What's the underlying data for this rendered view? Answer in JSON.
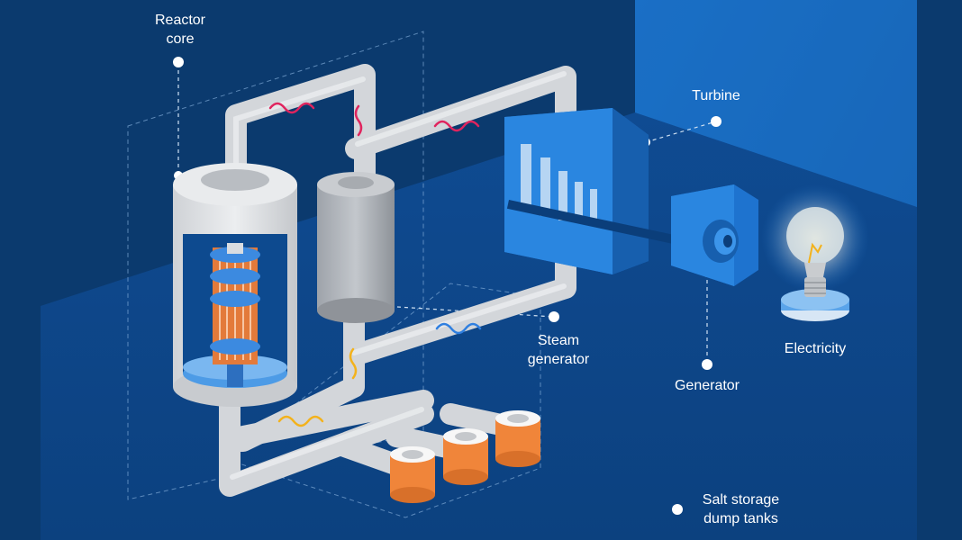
{
  "labels": {
    "reactor_core": {
      "line1": "Reactor",
      "line2": "core"
    },
    "turbine": "Turbine",
    "steam_generator": {
      "line1": "Steam",
      "line2": "generator"
    },
    "generator": "Generator",
    "electricity": "Electricity",
    "salt_storage": {
      "line1": "Salt storage",
      "line2": "dump tanks"
    }
  },
  "icons": {
    "reactor": "reactor-core-icon",
    "steam_generator": "steam-generator-icon",
    "turbine": "turbine-icon",
    "generator": "generator-icon",
    "bulb": "light-bulb-icon",
    "tanks": "dump-tank-icon"
  },
  "colors": {
    "background": "#0b3a6e",
    "floor": "#0d4a8f",
    "wall_right": "#1a6fc4",
    "pipe": "#d7d9dd",
    "flow_hot": "#e0245e",
    "flow_cold": "#2f7fe0",
    "flow_salt": "#f3b21c",
    "tank_orange": "#f0853a",
    "label": "#ffffff"
  }
}
